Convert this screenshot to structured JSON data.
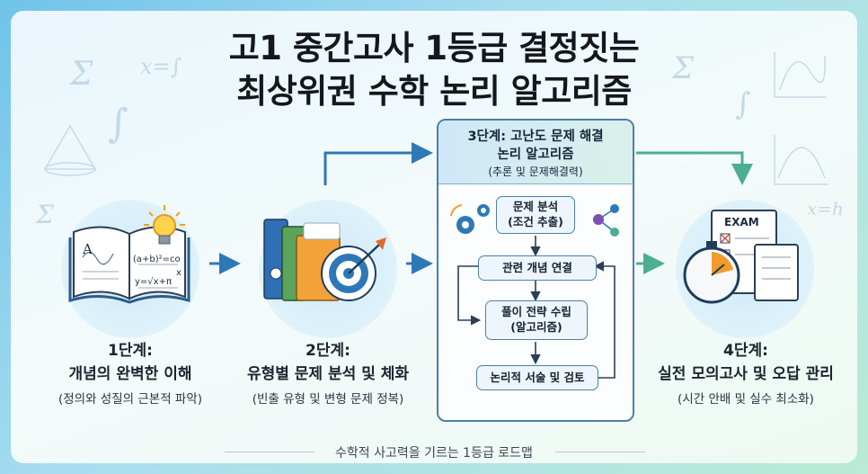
{
  "title": {
    "line1": "고1 중간고사 1등급 결정짓는",
    "line2": "최상위권 수학 논리 알고리즘"
  },
  "steps": [
    {
      "title": "1단계:",
      "subtitle": "개념의 완벽한 이해",
      "note": "(정의와 성질의 근본적 파악)"
    },
    {
      "title": "2단계:",
      "subtitle": "유형별 문제 분석 및 체화",
      "note": "(빈출 유형 및 변형 문제 정복)"
    },
    {
      "title": "3단계: 고난도 문제 해결",
      "subtitle": "논리 알고리즘",
      "note": "(추론 및 문제해결력)"
    },
    {
      "title": "4단계:",
      "subtitle": "실전 모의고사 및 오답 관리",
      "note": "(시간 안배 및 실수 최소화)"
    }
  ],
  "algorithm": {
    "nodes": [
      "문제 분석",
      "(조건 추출)",
      "관련 개념 연결",
      "풀이 전략 수립",
      "(알고리즘)",
      "논리적 서술 및 검토"
    ]
  },
  "book_formulas": [
    "A",
    "(a+b)²=co",
    "y=√x+π",
    "x"
  ],
  "exam_label": "EXAM",
  "decorations": [
    "Σ",
    "x=∫",
    "∫",
    "Σ",
    "Σ",
    "∫",
    "x=h"
  ],
  "footer": "수학적 사고력을 기르는 1등급 로드맵",
  "colors": {
    "accent_blue": "#2f78b7",
    "arrow_green": "#4caf8f",
    "border": "#4b7fa6",
    "orange": "#f39a2b"
  }
}
